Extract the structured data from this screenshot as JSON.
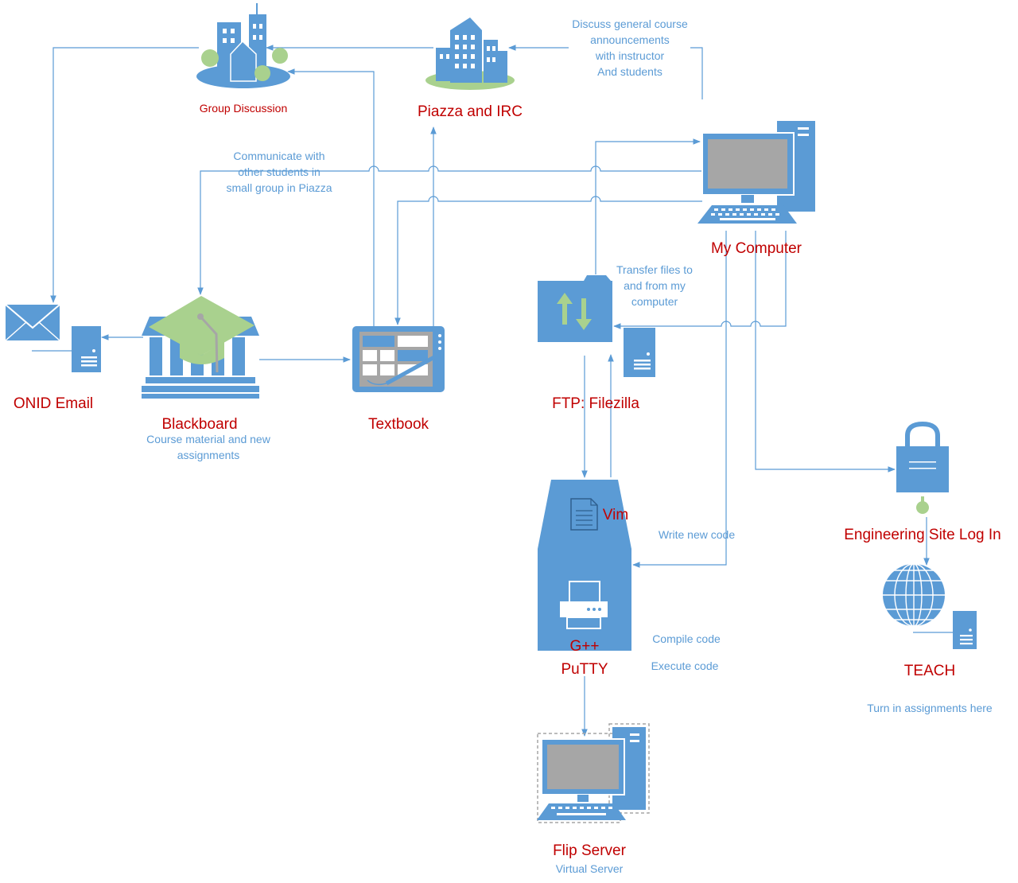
{
  "nodes": {
    "group_discussion": "Group Discussion",
    "piazza_irc": "Piazza and IRC",
    "my_computer": "My Computer",
    "onid_email": "ONID Email",
    "blackboard": "Blackboard",
    "textbook": "Textbook",
    "ftp": "FTP: Filezilla",
    "vim": "Vim",
    "gpp": "G++",
    "putty": "PuTTY",
    "engineering_login": "Engineering Site Log In",
    "teach": "TEACH",
    "flip": "Flip Server"
  },
  "notes": {
    "piazza_discuss": [
      "Discuss general course",
      "announcements",
      "with instructor",
      "And students"
    ],
    "communicate": [
      "Communicate with",
      "other students in",
      "small group in Piazza"
    ],
    "transfer": [
      "Transfer files to",
      "and from my",
      "computer"
    ],
    "blackboard_desc": [
      "Course material and new",
      "assignments"
    ],
    "write_code": "Write new code",
    "compile_code": "Compile code",
    "execute_code": "Execute code",
    "teach_desc": "Turn in assignments here",
    "flip_desc": "Virtual Server"
  },
  "colors": {
    "accent": "#5b9bd5",
    "label": "#c00000",
    "green": "#a9d18e",
    "screen": "#a6a6a6"
  }
}
